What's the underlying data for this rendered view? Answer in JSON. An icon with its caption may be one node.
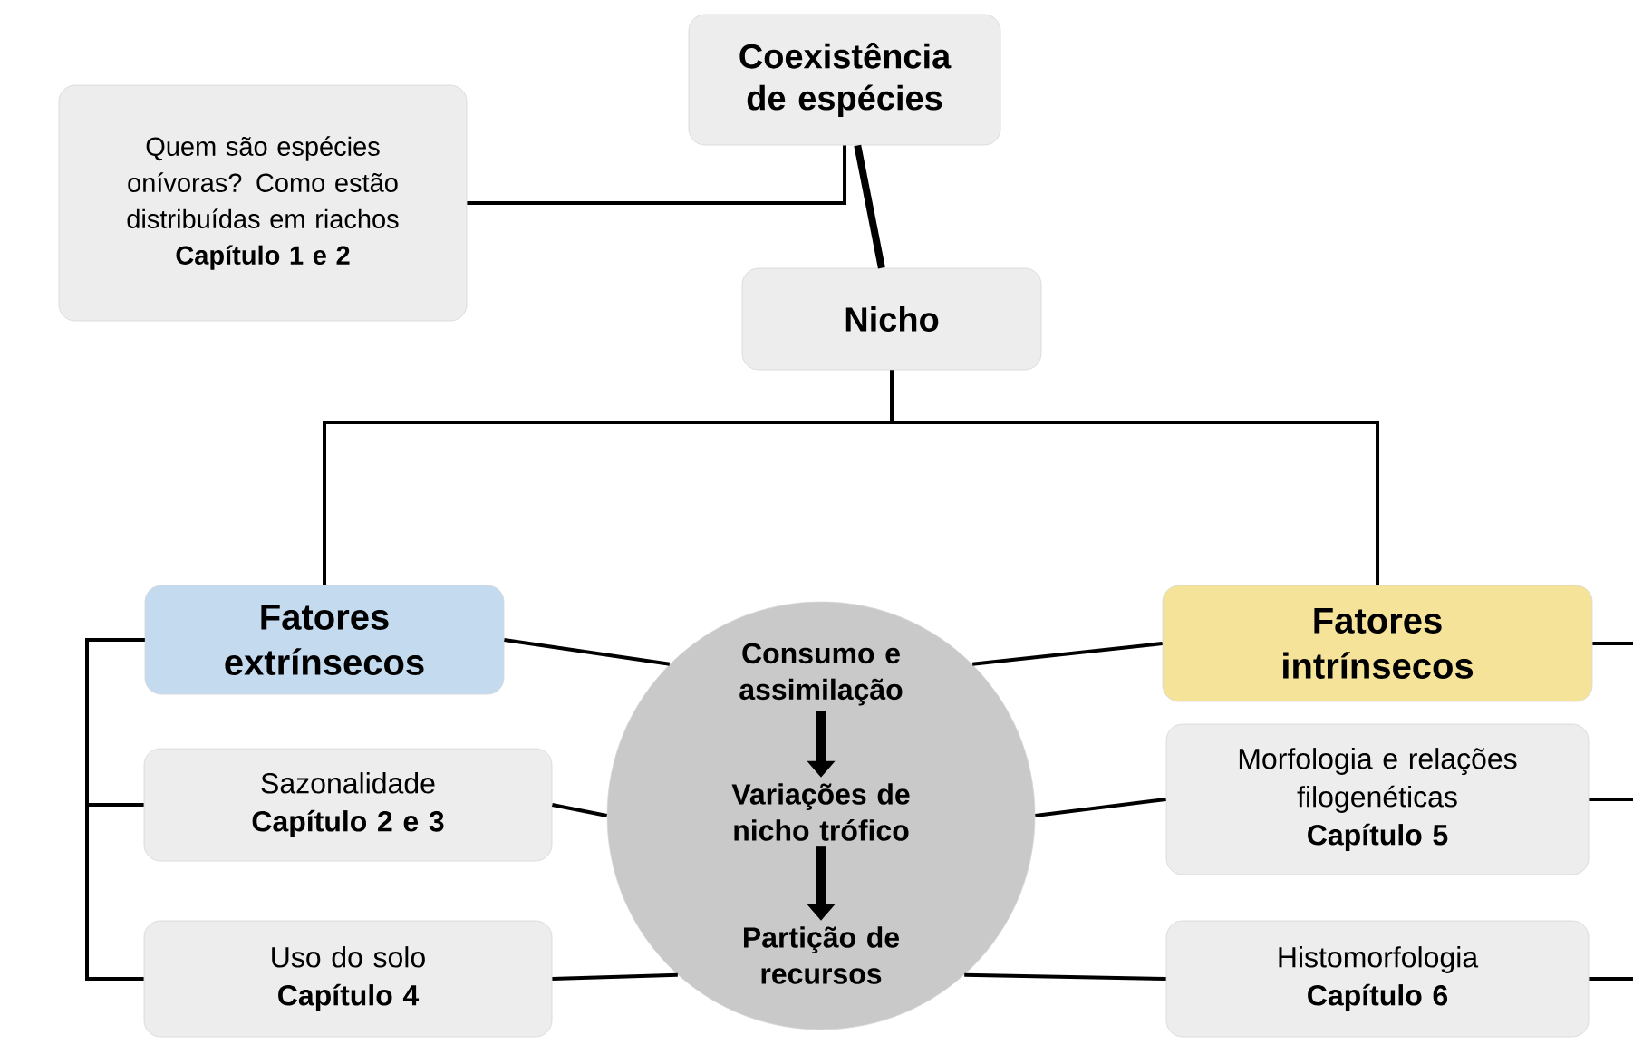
{
  "diagram": {
    "nodes": [
      {
        "text": [
          "Coexistência de espécies"
        ]
      },
      {
        "text": [
          "Quem são espécies onívoras? Como estão distribuídas em riachos",
          "Capítulo 1 e 2"
        ]
      },
      {
        "text": [
          "Nicho"
        ]
      },
      {
        "text": [
          "Fatores extrínsecos"
        ]
      },
      {
        "text": [],
        "shape": "circle"
      },
      {
        "text": [
          "Consumo e assimilação"
        ],
        "in": 4
      },
      {
        "text": [
          "Variações de nicho trófico"
        ],
        "in": 4
      },
      {
        "text": [
          "Partição de recursos"
        ],
        "in": 4
      },
      {
        "text": [
          "Fatores intrínsecos"
        ]
      },
      {
        "text": [
          "Sazonalidade",
          "Capítulo 2 e 3"
        ]
      },
      {
        "text": [
          "Uso do solo",
          "Capítulo 4"
        ]
      },
      {
        "text": [
          "Morfologia e relações filogenéticas",
          "Capítulo 5"
        ]
      },
      {
        "text": [
          "Histomorfologia",
          "Capítulo 6"
        ]
      }
    ],
    "edges": [
      {
        "from": 0,
        "to": 2,
        "arrow": "none",
        "style": "thick"
      },
      {
        "from": 1,
        "to": 0,
        "arrow": "none"
      },
      {
        "from": 2,
        "to": 3,
        "arrow": "none"
      },
      {
        "from": 2,
        "to": 8,
        "arrow": "none"
      },
      {
        "from": 3,
        "to": 4,
        "arrow": "none"
      },
      {
        "from": 9,
        "to": 4,
        "arrow": "none"
      },
      {
        "from": 10,
        "to": 4,
        "arrow": "none"
      },
      {
        "from": 8,
        "to": 4,
        "arrow": "none"
      },
      {
        "from": 11,
        "to": 4,
        "arrow": "none"
      },
      {
        "from": 12,
        "to": 4,
        "arrow": "none"
      },
      {
        "from": 3,
        "to": 9,
        "arrow": "none"
      },
      {
        "from": 3,
        "to": 10,
        "arrow": "none"
      },
      {
        "from": 8,
        "to": null,
        "arrow": "none"
      },
      {
        "from": 11,
        "to": null,
        "arrow": "none"
      },
      {
        "from": 12,
        "to": null,
        "arrow": "none"
      },
      {
        "from": 5,
        "to": 6,
        "arrow": "to",
        "style": "thick"
      },
      {
        "from": 6,
        "to": 7,
        "arrow": "to",
        "style": "thick"
      }
    ]
  }
}
